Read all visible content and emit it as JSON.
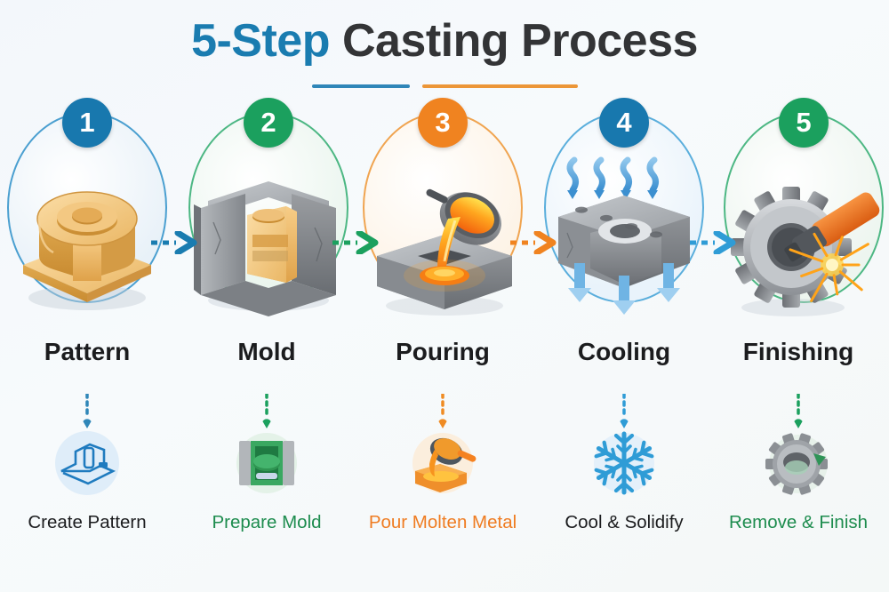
{
  "title": {
    "accent": "5-Step",
    "main": "Casting Process",
    "rule_blue_color": "#2f86b8",
    "rule_orange_color": "#ec9638"
  },
  "colors": {
    "blue": "#1a7cb0",
    "green": "#1ba05e",
    "orange": "#f08320",
    "cyan": "#2f9cd6",
    "dark_text": "#1b1c1e",
    "background": "#f5f8fa"
  },
  "steps": [
    {
      "number": "1",
      "label": "Pattern",
      "badge_color": "#1878ae",
      "ring_color": "#4a9fd0",
      "disc_color": "#e8f1f8",
      "icon_name": "pattern-3d-model-icon",
      "sub_label": "Create Pattern",
      "sub_label_color": "#1b1c1e",
      "sub_icon_name": "blueprint-pattern-icon",
      "connector_color": "#2f86b8"
    },
    {
      "number": "2",
      "label": "Mold",
      "badge_color": "#1ba05e",
      "ring_color": "#4cb783",
      "disc_color": "#eaf5ee",
      "icon_name": "sand-mold-box-icon",
      "sub_label": "Prepare Mold",
      "sub_label_color": "#1d8c4e",
      "sub_icon_name": "open-mold-icon",
      "connector_color": "#1ba05e"
    },
    {
      "number": "3",
      "label": "Pouring",
      "badge_color": "#f08320",
      "ring_color": "#f0a450",
      "disc_color": "#fdf3e6",
      "icon_name": "ladle-pouring-molten-metal-icon",
      "sub_label": "Pour Molten Metal",
      "sub_label_color": "#ef7c21",
      "sub_icon_name": "pour-ladle-icon",
      "connector_color": "#ef8b23"
    },
    {
      "number": "4",
      "label": "Cooling",
      "badge_color": "#1878ae",
      "ring_color": "#5aaedc",
      "disc_color": "#e9f3fb",
      "icon_name": "cooling-casting-icon",
      "sub_label": "Cool & Solidify",
      "sub_label_color": "#1b1c1e",
      "sub_icon_name": "snowflake-icon",
      "connector_color": "#2f9cd6"
    },
    {
      "number": "5",
      "label": "Finishing",
      "badge_color": "#1ba05e",
      "ring_color": "#4cb783",
      "disc_color": "#edf5ef",
      "icon_name": "gear-grinding-icon",
      "sub_label": "Remove & Finish",
      "sub_label_color": "#1d8c4e",
      "sub_icon_name": "finished-gear-icon",
      "connector_color": "#1ba05e"
    }
  ],
  "arrows": [
    {
      "name": "arrow-step-1-to-2",
      "color": "#1a7cb0"
    },
    {
      "name": "arrow-step-2-to-3",
      "color": "#1ba05e"
    },
    {
      "name": "arrow-step-3-to-4",
      "color": "#f08320"
    },
    {
      "name": "arrow-step-4-to-5",
      "color": "#2f9cd6"
    }
  ]
}
